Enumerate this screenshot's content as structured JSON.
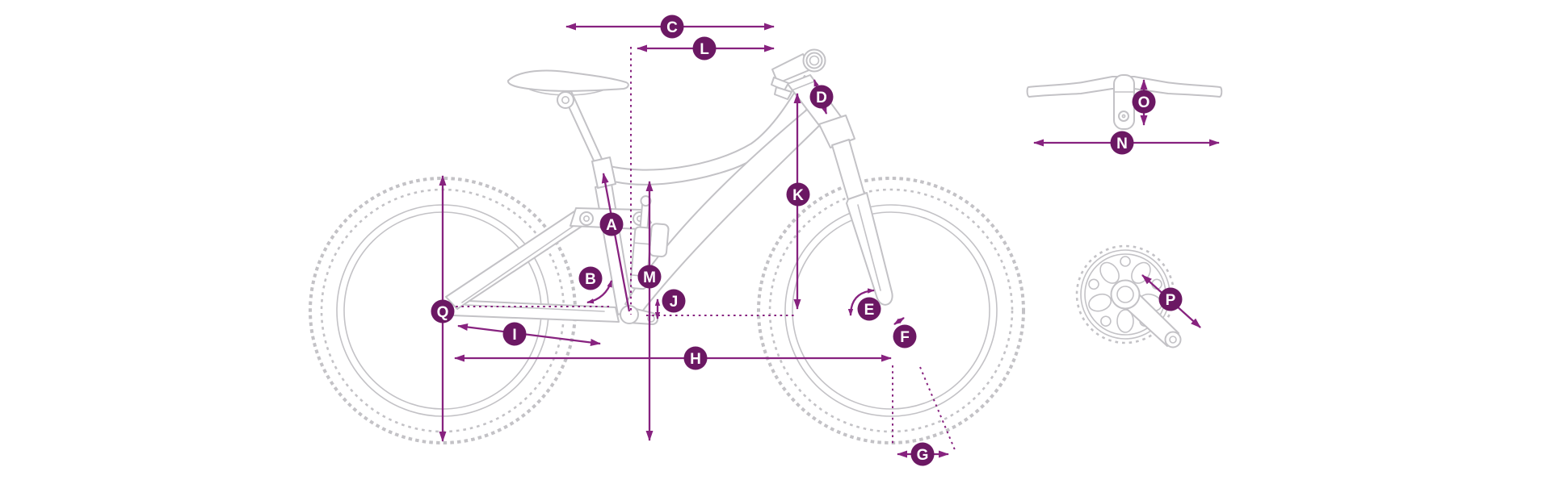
{
  "figure": {
    "type": "bicycle-geometry-diagram",
    "colors": {
      "background": "#ffffff",
      "line_art": "#c3c2c6",
      "arrow": "#87227f",
      "marker_circle": "#6b1863",
      "marker_letter": "#ffffff"
    },
    "markers": {
      "A": "A",
      "B": "B",
      "C": "C",
      "D": "D",
      "E": "E",
      "F": "F",
      "G": "G",
      "H": "H",
      "I": "I",
      "J": "J",
      "K": "K",
      "L": "L",
      "M": "M",
      "N": "N",
      "O": "O",
      "P": "P",
      "Q": "Q"
    }
  }
}
